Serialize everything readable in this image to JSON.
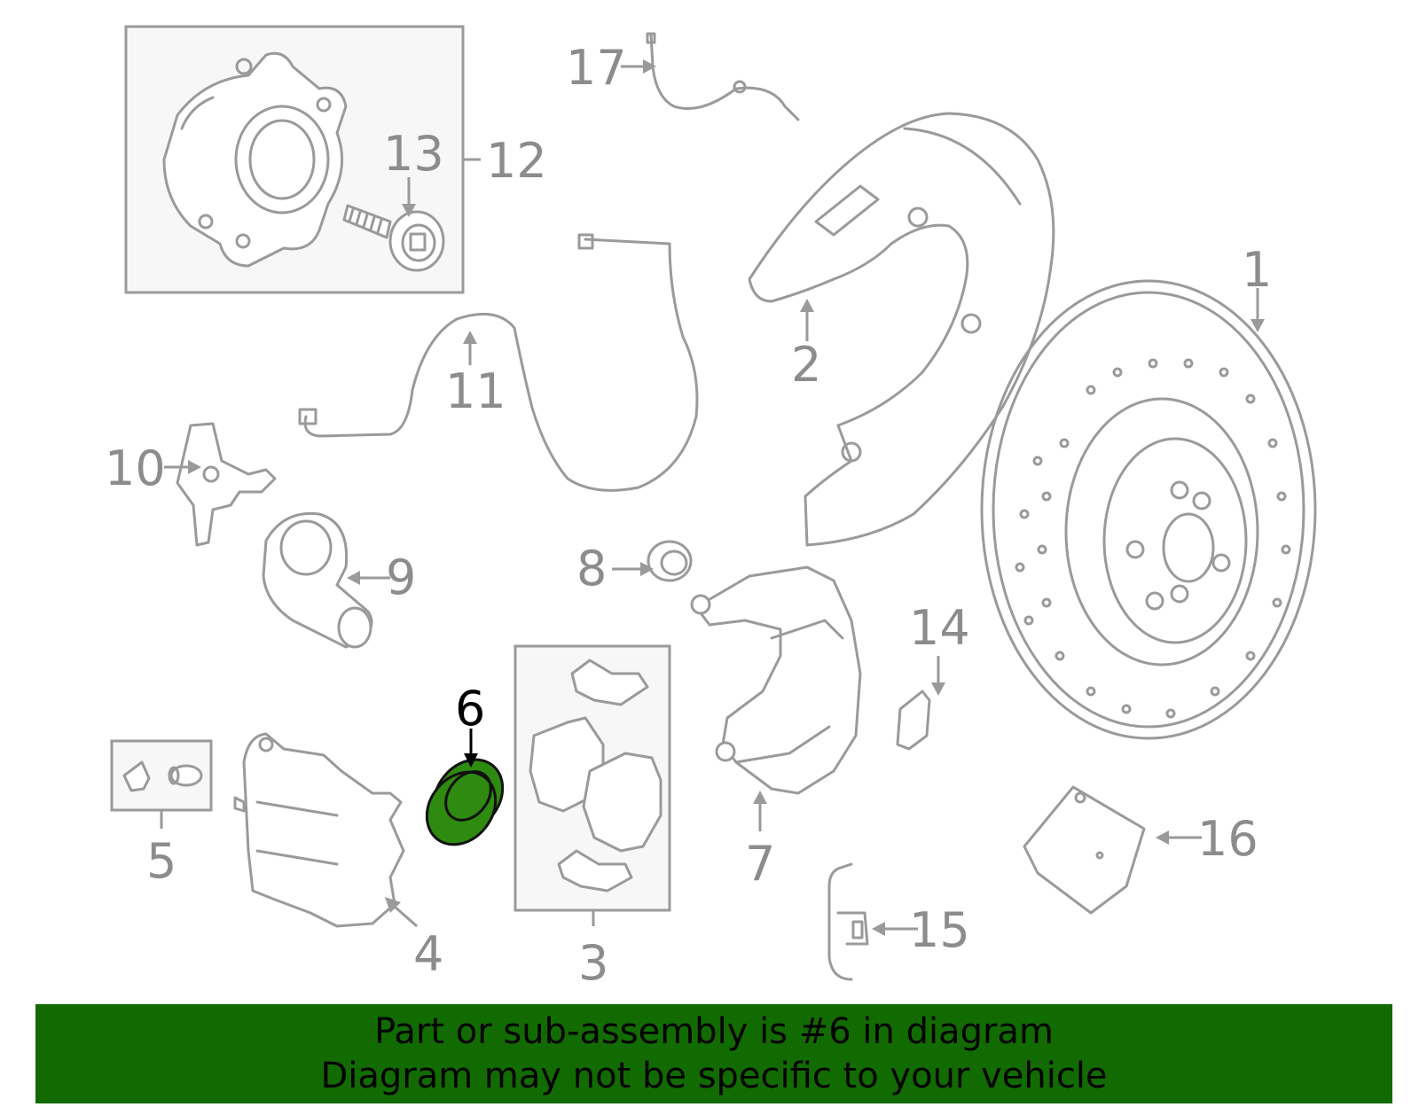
{
  "callouts": {
    "c1": "1",
    "c2": "2",
    "c3": "3",
    "c4": "4",
    "c5": "5",
    "c6": "6",
    "c7": "7",
    "c8": "8",
    "c9": "9",
    "c10": "10",
    "c11": "11",
    "c12": "12",
    "c13": "13",
    "c14": "14",
    "c15": "15",
    "c16": "16",
    "c17": "17"
  },
  "highlighted_part": "6",
  "colors": {
    "banner_bg": "#126b00",
    "highlight_fill": "#2e8b0f",
    "line_gray": "#9a9a9a"
  },
  "banner": {
    "line1": "Part or sub-assembly is #6 in diagram",
    "line2": "Diagram may not be specific to your vehicle"
  }
}
